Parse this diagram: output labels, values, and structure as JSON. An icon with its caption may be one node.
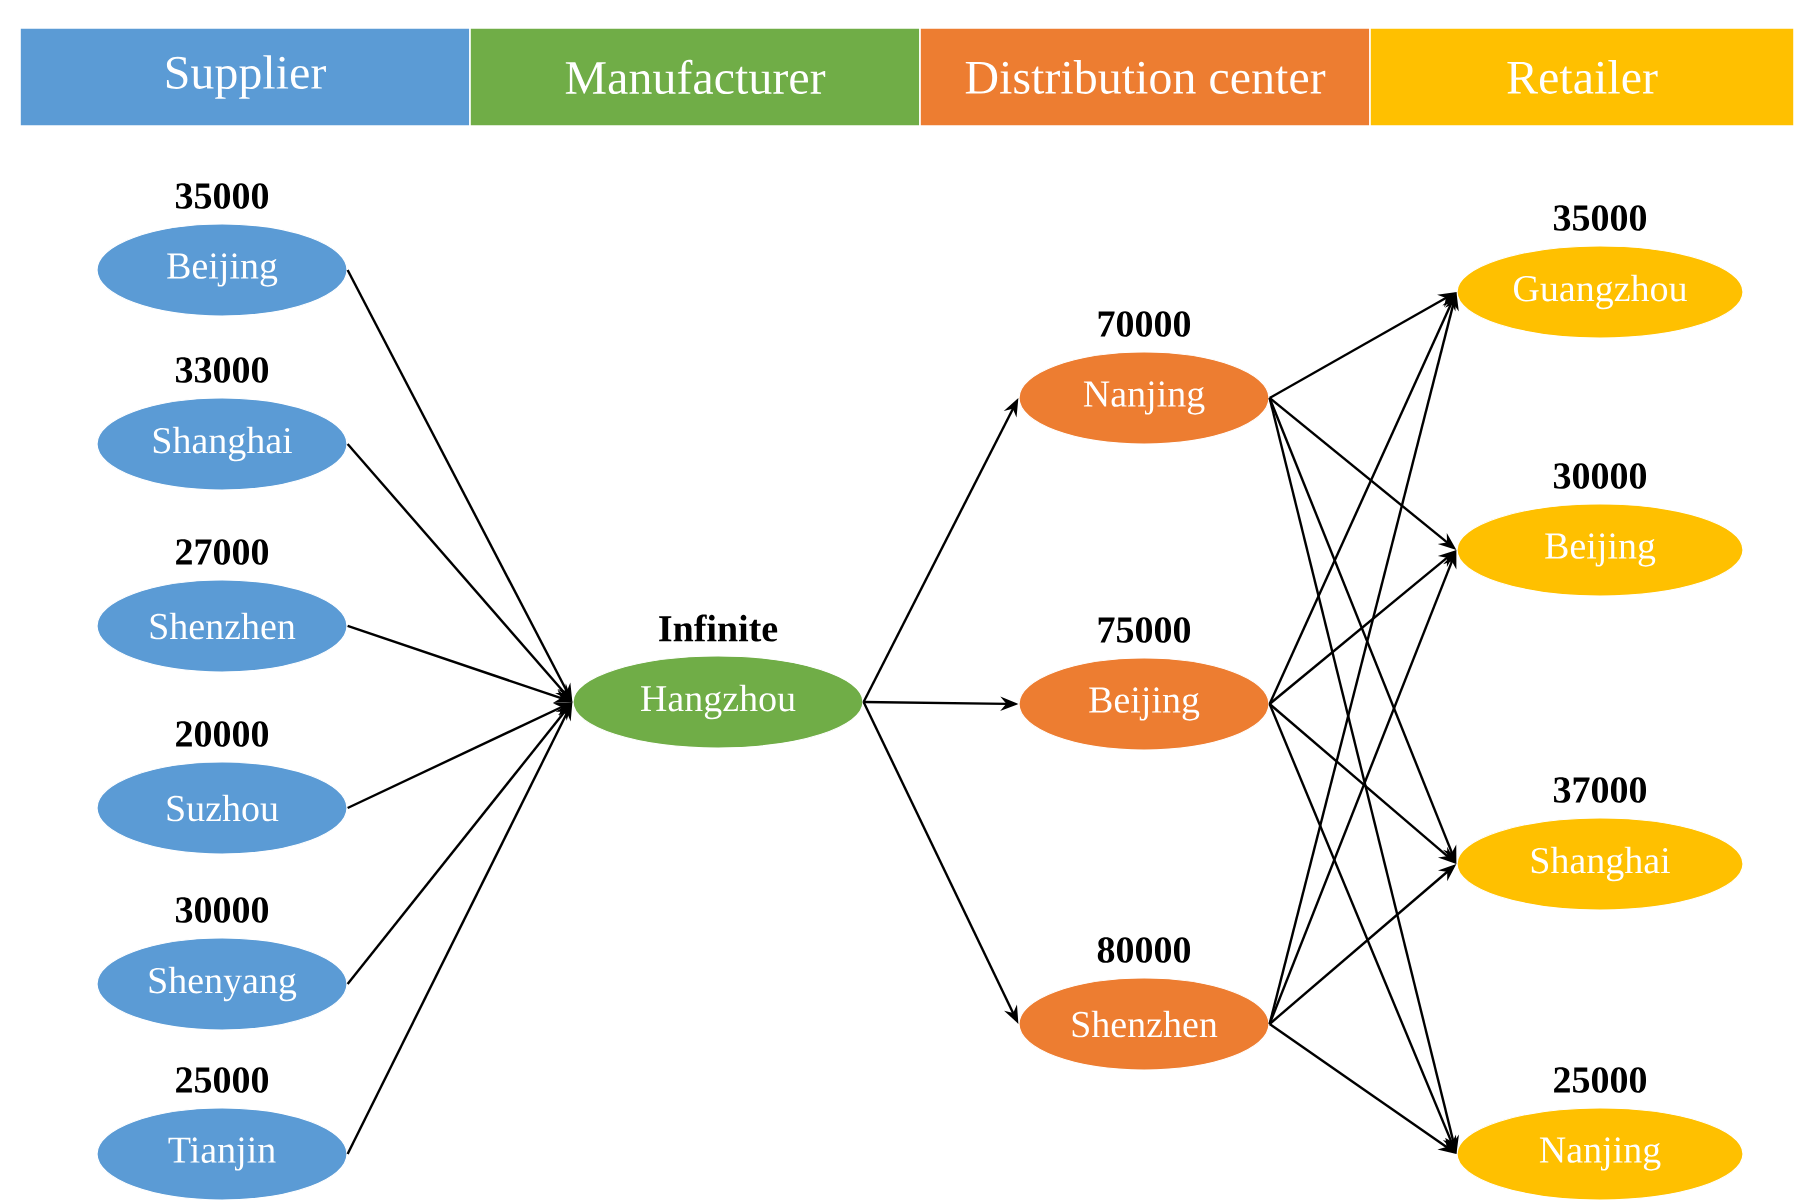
{
  "diagram": {
    "nodes": [
      {
        "text": [
          "Supplier"
        ]
      },
      {
        "text": [
          "Manufacturer"
        ]
      },
      {
        "text": [
          "Distribution center"
        ]
      },
      {
        "text": [
          "Retailer"
        ]
      },
      {
        "text": [
          "Beijing"
        ],
        "beside": [
          "35000"
        ]
      },
      {
        "text": [
          "Shanghai"
        ],
        "beside": [
          "33000"
        ]
      },
      {
        "text": [
          "Shenzhen"
        ],
        "beside": [
          "27000"
        ]
      },
      {
        "text": [
          "Suzhou"
        ],
        "beside": [
          "20000"
        ]
      },
      {
        "text": [
          "Shenyang"
        ],
        "beside": [
          "30000"
        ]
      },
      {
        "text": [
          "Tianjin"
        ],
        "beside": [
          "25000"
        ]
      },
      {
        "text": [
          "Hangzhou"
        ],
        "beside": [
          "Infinite"
        ]
      },
      {
        "text": [
          "Nanjing"
        ],
        "beside": [
          "70000"
        ]
      },
      {
        "text": [
          "Beijing"
        ],
        "beside": [
          "75000"
        ]
      },
      {
        "text": [
          "Shenzhen"
        ],
        "beside": [
          "80000"
        ]
      },
      {
        "text": [
          "Guangzhou"
        ],
        "beside": [
          "35000"
        ]
      },
      {
        "text": [
          "Beijing"
        ],
        "beside": [
          "30000"
        ]
      },
      {
        "text": [
          "Shanghai"
        ],
        "beside": [
          "37000"
        ]
      },
      {
        "text": [
          "Nanjing"
        ],
        "beside": [
          "25000"
        ]
      }
    ],
    "edges": [
      {
        "from": 4,
        "to": 10,
        "arrow": "to"
      },
      {
        "from": 5,
        "to": 10,
        "arrow": "to"
      },
      {
        "from": 6,
        "to": 10,
        "arrow": "to"
      },
      {
        "from": 7,
        "to": 10,
        "arrow": "to"
      },
      {
        "from": 8,
        "to": 10,
        "arrow": "to"
      },
      {
        "from": 9,
        "to": 10,
        "arrow": "to"
      },
      {
        "from": 10,
        "to": 11,
        "arrow": "to"
      },
      {
        "from": 10,
        "to": 12,
        "arrow": "to"
      },
      {
        "from": 10,
        "to": 13,
        "arrow": "to"
      },
      {
        "from": 11,
        "to": 14,
        "arrow": "to"
      },
      {
        "from": 11,
        "to": 15,
        "arrow": "to"
      },
      {
        "from": 11,
        "to": 16,
        "arrow": "to"
      },
      {
        "from": 11,
        "to": 17,
        "arrow": "to"
      },
      {
        "from": 12,
        "to": 14,
        "arrow": "to"
      },
      {
        "from": 12,
        "to": 15,
        "arrow": "to"
      },
      {
        "from": 12,
        "to": 16,
        "arrow": "to"
      },
      {
        "from": 12,
        "to": 17,
        "arrow": "to"
      },
      {
        "from": 13,
        "to": 14,
        "arrow": "to"
      },
      {
        "from": 13,
        "to": 15,
        "arrow": "to"
      },
      {
        "from": 13,
        "to": 16,
        "arrow": "to"
      },
      {
        "from": 13,
        "to": 17,
        "arrow": "to"
      }
    ]
  }
}
